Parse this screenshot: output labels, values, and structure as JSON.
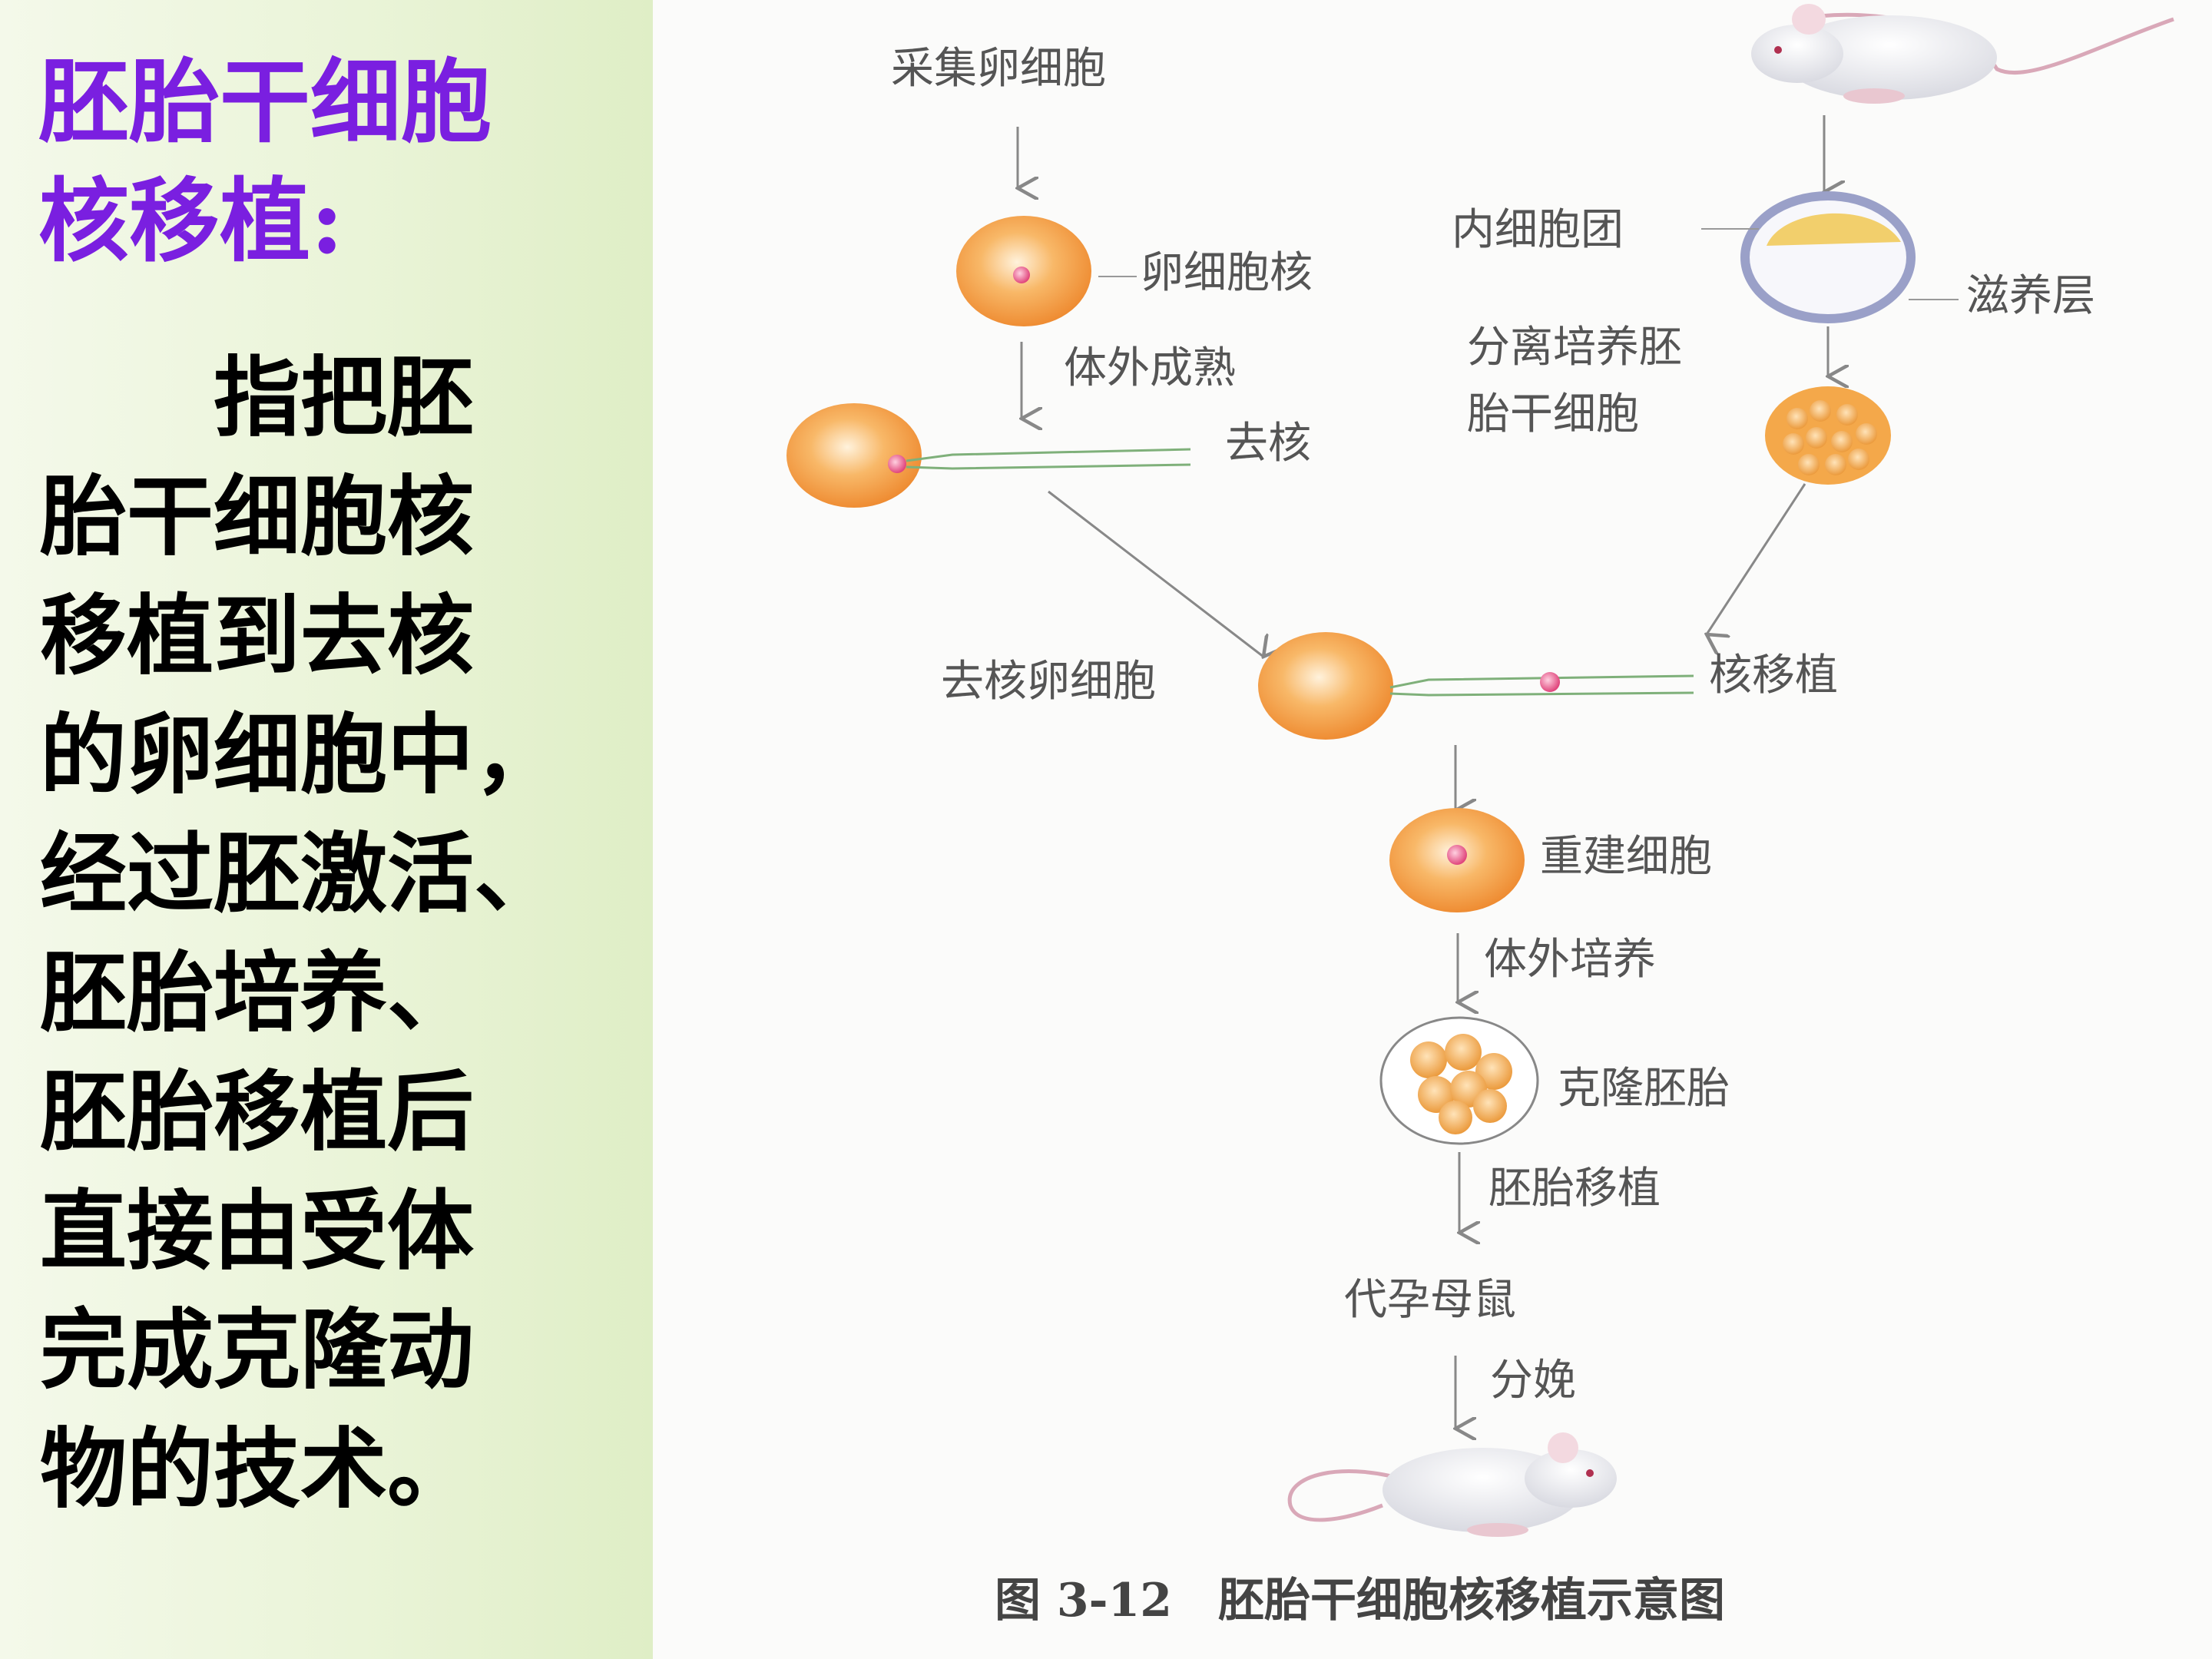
{
  "slide": {
    "title_lines": [
      "胚胎干细胞",
      "核移植:"
    ],
    "body_lines": [
      "　　指把胚",
      "胎干细胞核",
      "移植到去核",
      "的卵细胞中，",
      "经过胚激活、",
      "胚胎培养、",
      "胚胎移植后",
      "直接由受体",
      "完成克隆动",
      "物的技术。"
    ]
  },
  "diagram": {
    "labels": {
      "collect_oocyte": "采集卵细胞",
      "oocyte_nucleus": "卵细胞核",
      "in_vitro_maturation": "体外成熟",
      "enucleation": "去核",
      "inner_cell_mass": "内细胞团",
      "trophoblast": "滋养层",
      "isolate_culture_line1": "分离培养胚",
      "isolate_culture_line2": "胎干细胞",
      "enucleated_oocyte": "去核卵细胞",
      "nuclear_transfer": "核移植",
      "reconstructed_cell": "重建细胞",
      "in_vitro_culture": "体外培养",
      "cloned_embryo": "克隆胚胎",
      "embryo_transfer": "胚胎移植",
      "surrogate_mouse": "代孕母鼠",
      "birth": "分娩"
    },
    "caption": "图 3-12　胚胎干细胞核移植示意图"
  },
  "colors": {
    "title": "#7a1fe0",
    "body_text": "#000000",
    "cell_orange": "#f5a040",
    "nucleus_pink": "#ee5f95"
  }
}
